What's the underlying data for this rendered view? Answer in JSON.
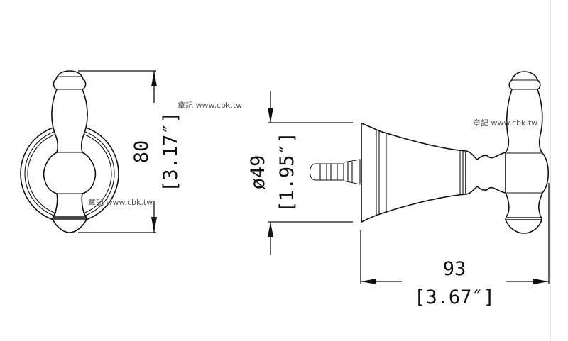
{
  "drawing": {
    "height_dimension": {
      "mm": "80",
      "inch": "[3.17″]"
    },
    "diameter_dimension": {
      "mm": "ø49",
      "inch": "[1.95″]"
    },
    "depth_dimension": {
      "mm": "93",
      "inch": "[3.67″]"
    }
  },
  "watermarks": [
    "章記 www.cbk.tw",
    "章記 www.cbk.tw",
    "章記 www.cbk.tw"
  ]
}
